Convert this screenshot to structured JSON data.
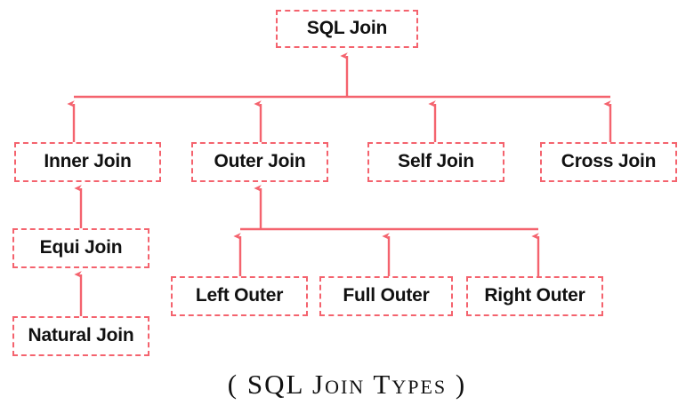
{
  "diagram": {
    "title": "SQL Join",
    "caption": "( SQL Join Types )",
    "colors": {
      "node_border": "#f4636e",
      "connector": "#f4636e",
      "text": "#111111",
      "background": "#ffffff"
    },
    "nodes": {
      "root": {
        "label": "SQL Join"
      },
      "level1": [
        {
          "label": "Inner Join"
        },
        {
          "label": "Outer Join"
        },
        {
          "label": "Self Join"
        },
        {
          "label": "Cross Join"
        }
      ],
      "inner_children": [
        {
          "label": "Equi Join"
        },
        {
          "label": "Natural Join"
        }
      ],
      "outer_children": [
        {
          "label": "Left Outer"
        },
        {
          "label": "Full Outer"
        },
        {
          "label": "Right Outer"
        }
      ]
    },
    "edges": [
      {
        "from": "Inner Join",
        "to": "SQL Join"
      },
      {
        "from": "Outer Join",
        "to": "SQL Join"
      },
      {
        "from": "Self Join",
        "to": "SQL Join"
      },
      {
        "from": "Cross Join",
        "to": "SQL Join"
      },
      {
        "from": "Equi Join",
        "to": "Inner Join"
      },
      {
        "from": "Natural Join",
        "to": "Equi Join"
      },
      {
        "from": "Left Outer",
        "to": "Outer Join"
      },
      {
        "from": "Full Outer",
        "to": "Outer Join"
      },
      {
        "from": "Right Outer",
        "to": "Outer Join"
      }
    ]
  }
}
